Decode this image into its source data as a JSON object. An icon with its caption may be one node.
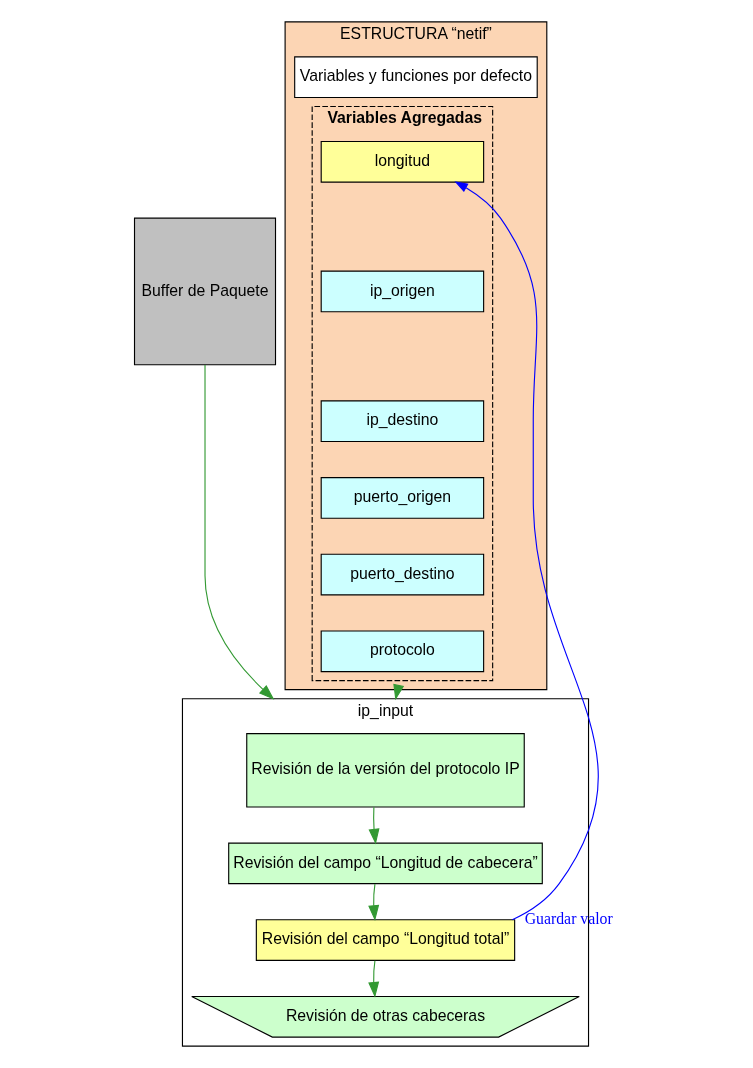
{
  "diagram": {
    "nodes": [
      {
        "text": [
          "ESTRUCTURA “netif”"
        ]
      },
      {
        "text": [
          "Variables y funciones por defecto"
        ],
        "in": 0
      },
      {
        "text": [
          "Variables Agregadas"
        ],
        "in": 0
      },
      {
        "text": [
          "longitud"
        ],
        "in": 2
      },
      {
        "text": [
          "ip_origen"
        ],
        "in": 2
      },
      {
        "text": [
          "ip_destino"
        ],
        "in": 2
      },
      {
        "text": [
          "puerto_origen"
        ],
        "in": 2
      },
      {
        "text": [
          "puerto_destino"
        ],
        "in": 2
      },
      {
        "text": [
          "protocolo"
        ],
        "in": 2
      },
      {
        "text": [
          "Buffer de Paquete"
        ]
      },
      {
        "text": [
          "ip_input"
        ]
      },
      {
        "text": [
          "Revisión de la versión del protocolo IP"
        ],
        "in": 10
      },
      {
        "text": [
          "Revisión del campo “Longitud de cabecera”"
        ],
        "in": 10
      },
      {
        "text": [
          "Revisión del campo “Longitud total”"
        ],
        "in": 10
      },
      {
        "text": [
          "Revisión de otras cabeceras"
        ],
        "in": 10
      }
    ],
    "edges": [
      {
        "from": 9,
        "to": 10,
        "arrow": "to"
      },
      {
        "from": 0,
        "to": 10,
        "arrow": "to"
      },
      {
        "from": 11,
        "to": 12,
        "arrow": "to"
      },
      {
        "from": 12,
        "to": 13,
        "arrow": "to"
      },
      {
        "from": 13,
        "to": 14,
        "arrow": "to"
      },
      {
        "from": 13,
        "to": 3,
        "arrow": "to",
        "label": "Guardar valor",
        "color": "#0000ff"
      }
    ]
  }
}
